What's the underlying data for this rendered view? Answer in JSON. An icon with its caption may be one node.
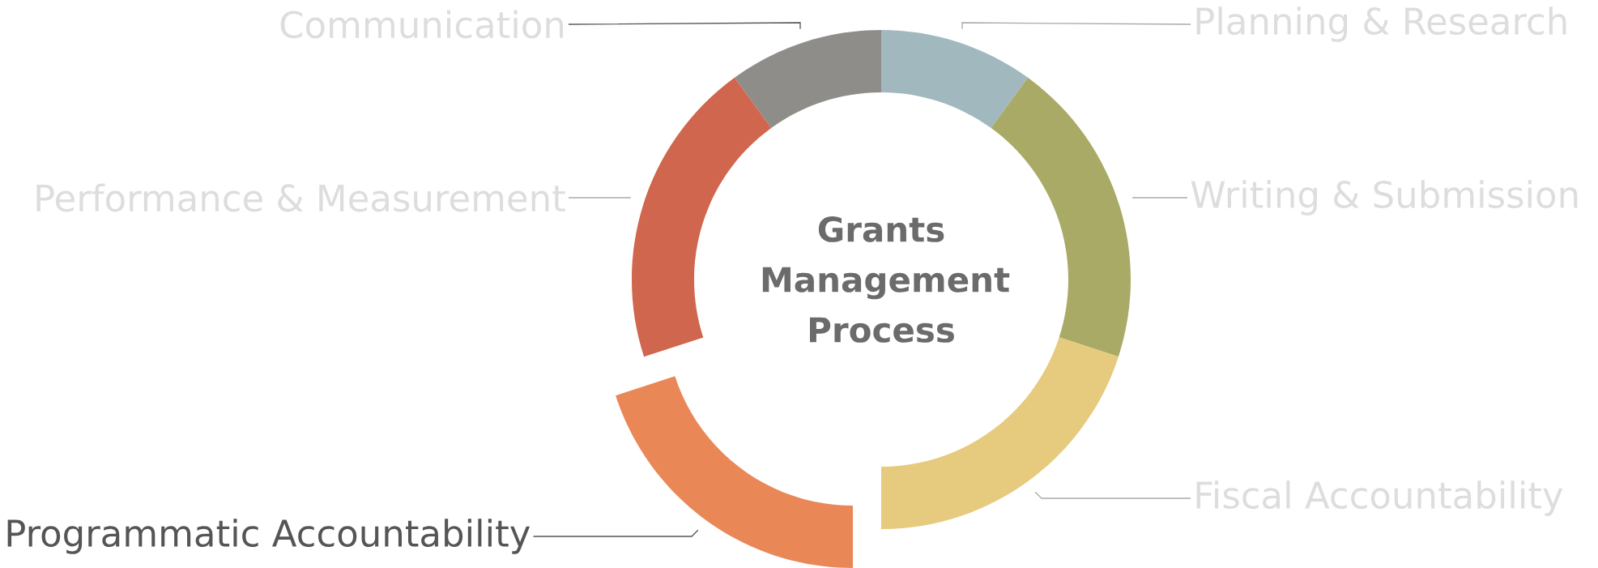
{
  "diagram": {
    "nodes": [
      {
        "text": [
          "Communication"
        ]
      },
      {
        "text": [
          "Planning & Research"
        ]
      },
      {
        "text": [
          "Performance & Measurement"
        ]
      },
      {
        "text": [
          "Writing & Submission"
        ]
      },
      {
        "text": [
          "Fiscal Accountability"
        ]
      },
      {
        "text": [
          "Programmatic Accountability"
        ]
      },
      {
        "text": [],
        "shape": "arc"
      },
      {
        "text": [],
        "shape": "arc"
      },
      {
        "text": [],
        "shape": "arc"
      },
      {
        "text": [],
        "shape": "arc"
      },
      {
        "text": [],
        "shape": "arc"
      },
      {
        "text": [],
        "shape": "arc"
      }
    ],
    "edges": [
      {
        "from": 0,
        "to": 6,
        "arrow": "none",
        "color": "#555555"
      },
      {
        "from": 1,
        "to": 7,
        "arrow": "none"
      },
      {
        "from": 2,
        "to": 8,
        "arrow": "none"
      },
      {
        "from": 3,
        "to": 9,
        "arrow": "none"
      },
      {
        "from": 4,
        "to": 10,
        "arrow": "none"
      },
      {
        "from": 5,
        "to": 11,
        "arrow": "none",
        "color": "#555555"
      }
    ],
    "labels": [
      "Grants Management Process"
    ]
  }
}
